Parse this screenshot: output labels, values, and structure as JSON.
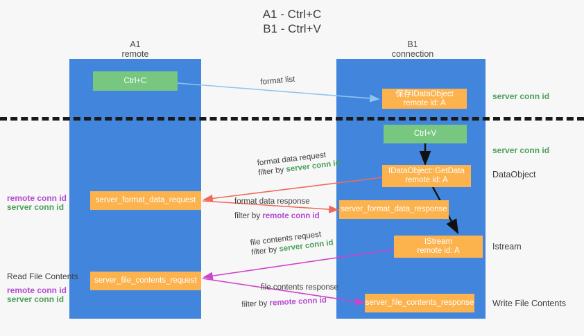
{
  "title": {
    "line1": "A1 - Ctrl+C",
    "line2": "B1 - Ctrl+V"
  },
  "columns": [
    {
      "name": "A1",
      "sub": "remote"
    },
    {
      "name": "B1",
      "sub": "connection"
    }
  ],
  "boxes": {
    "ctrl_c": "Ctrl+C",
    "ctrl_v": "Ctrl+V",
    "save_dataobject_l1": "保存IDataObject",
    "save_dataobject_l2": "remote id: A",
    "getdata_l1": "IDataObject::GetData",
    "getdata_l2": "remote id: A",
    "istream_l1": "IStream",
    "istream_l2": "remote id: A",
    "server_format_data_request": "server_format_data_request",
    "server_format_data_response": "server_format_data_response",
    "server_file_contents_request": "server_file_contents_request",
    "server_file_contents_response": "server_file_contents_response"
  },
  "arrow_labels": {
    "format_list": "format list",
    "format_data_request": "format data request",
    "format_data_request_filter_prefix": "filter by ",
    "format_data_request_filter_value": "server conn id",
    "format_data_response": "format data response",
    "format_data_response_filter_prefix": "filter by ",
    "format_data_response_filter_value": "remote conn id",
    "file_contents_request": "file contents request",
    "file_contents_request_filter_prefix": "filter by ",
    "file_contents_request_filter_value": "server conn id",
    "file_contents_response": "file contents response",
    "file_contents_response_filter_prefix": "filter by ",
    "file_contents_response_filter_value": "remote conn id"
  },
  "side_labels": {
    "right_server_conn_id_top": "server conn id",
    "right_server_conn_id_mid": "server conn id",
    "right_dataobject": "DataObject",
    "right_istream": "Istream",
    "right_write_file_contents": "Write File Contents",
    "left_read_file_contents": "Read File Contents",
    "left_remote_conn_id_1": "remote conn id",
    "left_server_conn_id_1": "server conn id",
    "left_remote_conn_id_2": "remote conn id",
    "left_server_conn_id_2": "server conn id"
  },
  "colors": {
    "lane": "#4285dd",
    "green_box": "#77c781",
    "orange_box": "#fcb24d",
    "green_text": "#4aa05a",
    "purple_text": "#b44ad0",
    "arrow_blue": "#8ec6ef",
    "arrow_red": "#ef6a5a",
    "arrow_magenta": "#cc44cc",
    "arrow_black": "#111111",
    "background": "#f7f7f7"
  }
}
